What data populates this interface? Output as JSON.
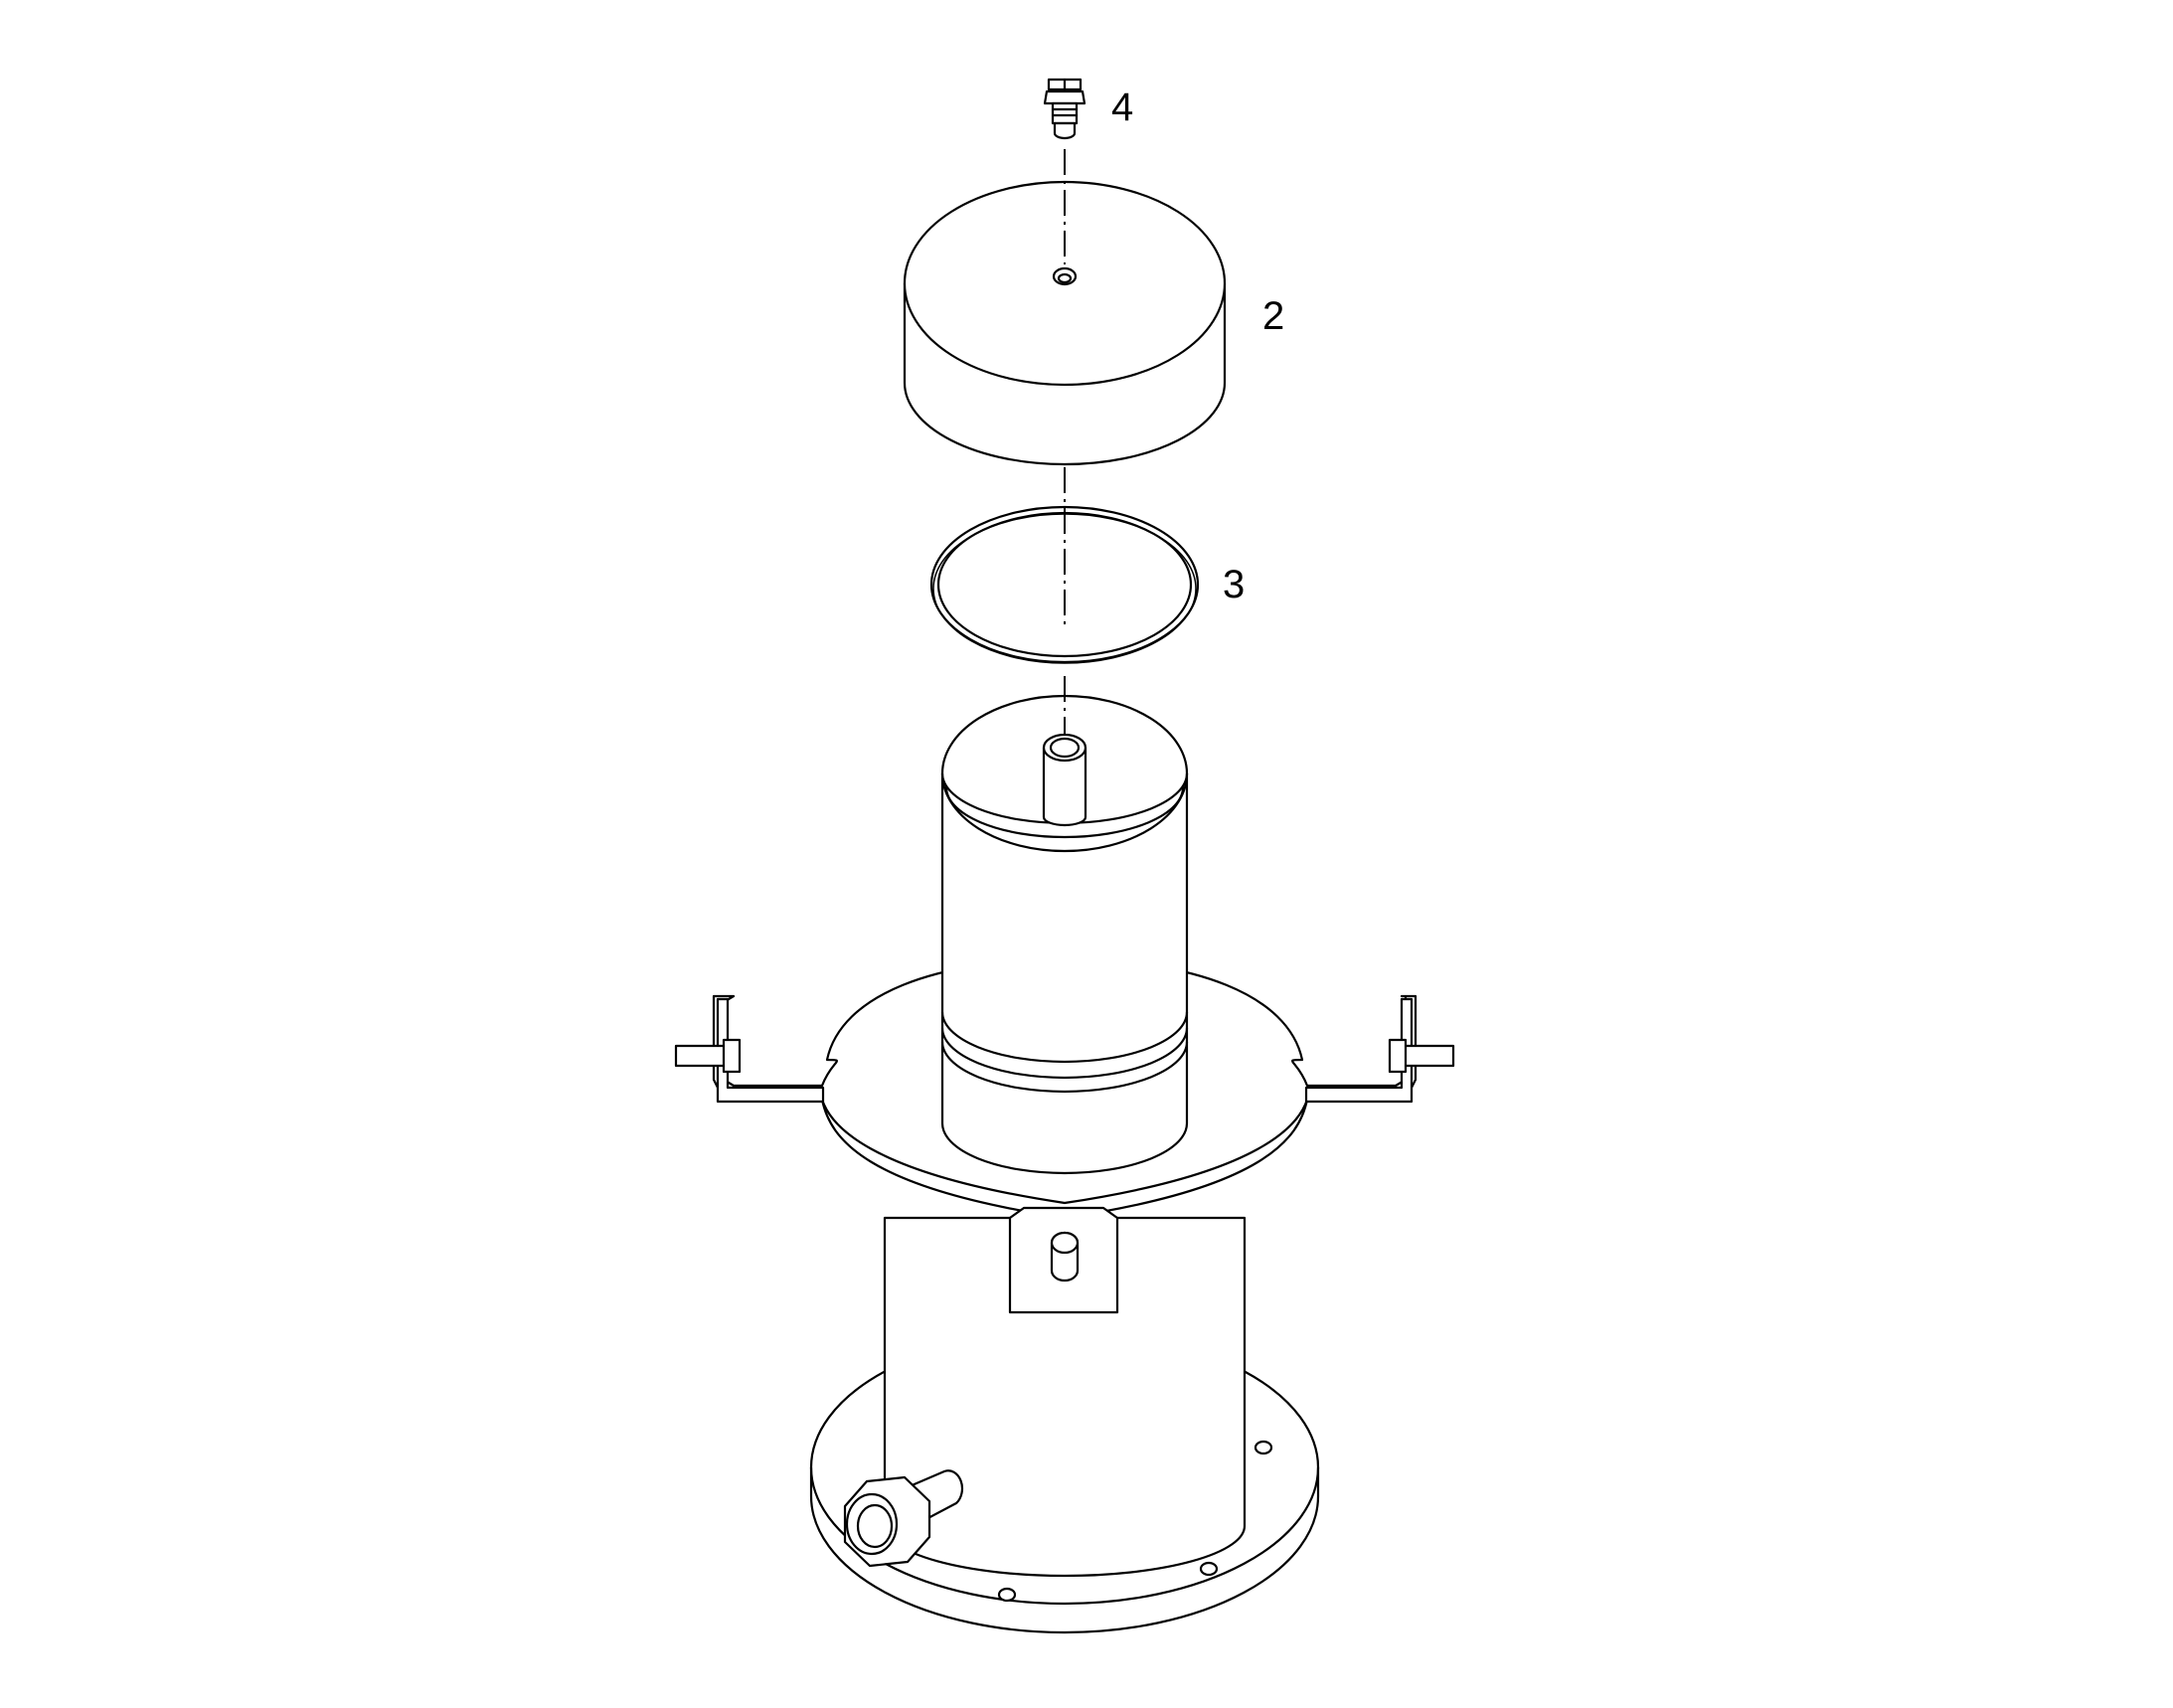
{
  "diagram": {
    "callouts": [
      {
        "id": "4",
        "label": "4",
        "part": "fitting"
      },
      {
        "id": "2",
        "label": "2",
        "part": "cap"
      },
      {
        "id": "3",
        "label": "3",
        "part": "o-ring"
      }
    ]
  }
}
